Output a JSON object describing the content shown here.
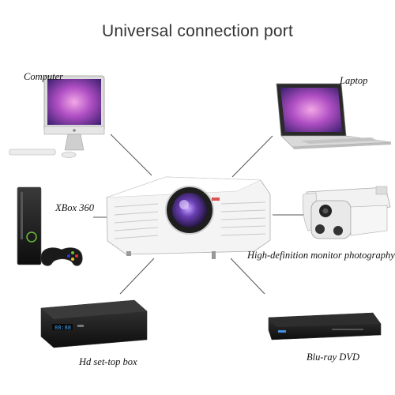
{
  "title": "Universal connection port",
  "devices": {
    "computer": {
      "label": "Computer",
      "icon": "imac-icon"
    },
    "laptop": {
      "label": "Laptop",
      "icon": "macbook-icon"
    },
    "xbox": {
      "label": "XBox 360",
      "icon": "console-icon"
    },
    "camera": {
      "label": "High-definition monitor photography",
      "icon": "security-camera-icon"
    },
    "settop": {
      "label": "Hd set-top box",
      "icon": "set-top-box-icon"
    },
    "bluray": {
      "label": "Blu-ray DVD",
      "icon": "dvd-player-icon"
    }
  },
  "center": {
    "icon": "projector-icon"
  },
  "colors": {
    "line": "#555555",
    "text": "#111111",
    "title": "#333333"
  }
}
